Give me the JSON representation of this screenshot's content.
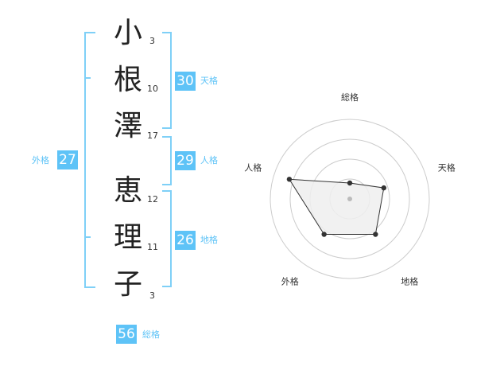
{
  "name_chars": [
    {
      "char": "小",
      "strokes": "3"
    },
    {
      "char": "根",
      "strokes": "10"
    },
    {
      "char": "澤",
      "strokes": "17"
    },
    {
      "char": "恵",
      "strokes": "12"
    },
    {
      "char": "理",
      "strokes": "11"
    },
    {
      "char": "子",
      "strokes": "3"
    }
  ],
  "kaku": {
    "tenkaku": {
      "label": "天格",
      "value": "30"
    },
    "jinkaku": {
      "label": "人格",
      "value": "29"
    },
    "chikaku": {
      "label": "地格",
      "value": "26"
    },
    "gaikaku": {
      "label": "外格",
      "value": "27"
    },
    "soukaku": {
      "label": "総格",
      "value": "56"
    }
  },
  "chart_data": {
    "type": "radar",
    "axes": [
      "総格",
      "天格",
      "地格",
      "外格",
      "人格"
    ],
    "values": [
      0.2,
      0.45,
      0.55,
      0.55,
      0.8
    ],
    "rings": 4,
    "max": 1,
    "colors": {
      "fill": "#eeeeee",
      "line": "#333333",
      "grid": "#cccccc",
      "center": "#bbbbbb"
    }
  }
}
